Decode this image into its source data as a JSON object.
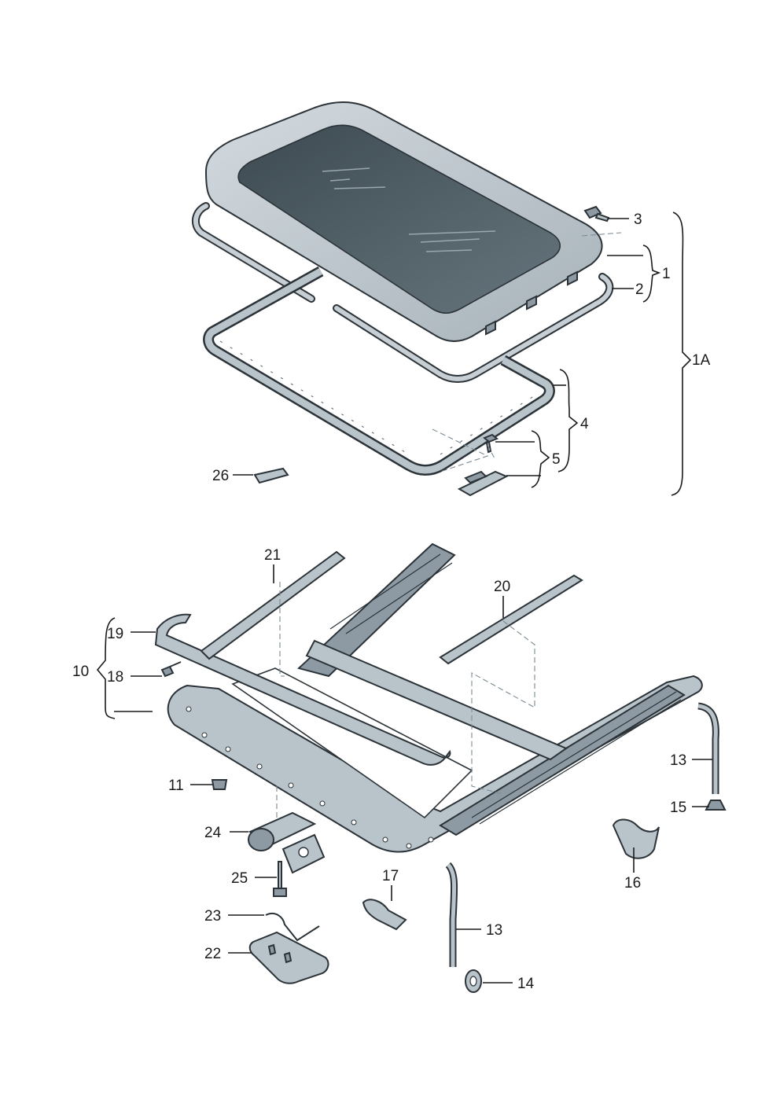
{
  "labels": {
    "p1": "1",
    "p1A": "1A",
    "p2": "2",
    "p3": "3",
    "p4": "4",
    "p5": "5",
    "p10": "10",
    "p11": "11",
    "p13a": "13",
    "p13b": "13",
    "p14": "14",
    "p15": "15",
    "p16": "16",
    "p17": "17",
    "p18": "18",
    "p19": "19",
    "p20": "20",
    "p21": "21",
    "p22": "22",
    "p23": "23",
    "p24": "24",
    "p25": "25",
    "p26": "26"
  },
  "colors": {
    "glass": "#4f5e66",
    "frame": "#b9c3ca",
    "outline": "#2b3338"
  }
}
